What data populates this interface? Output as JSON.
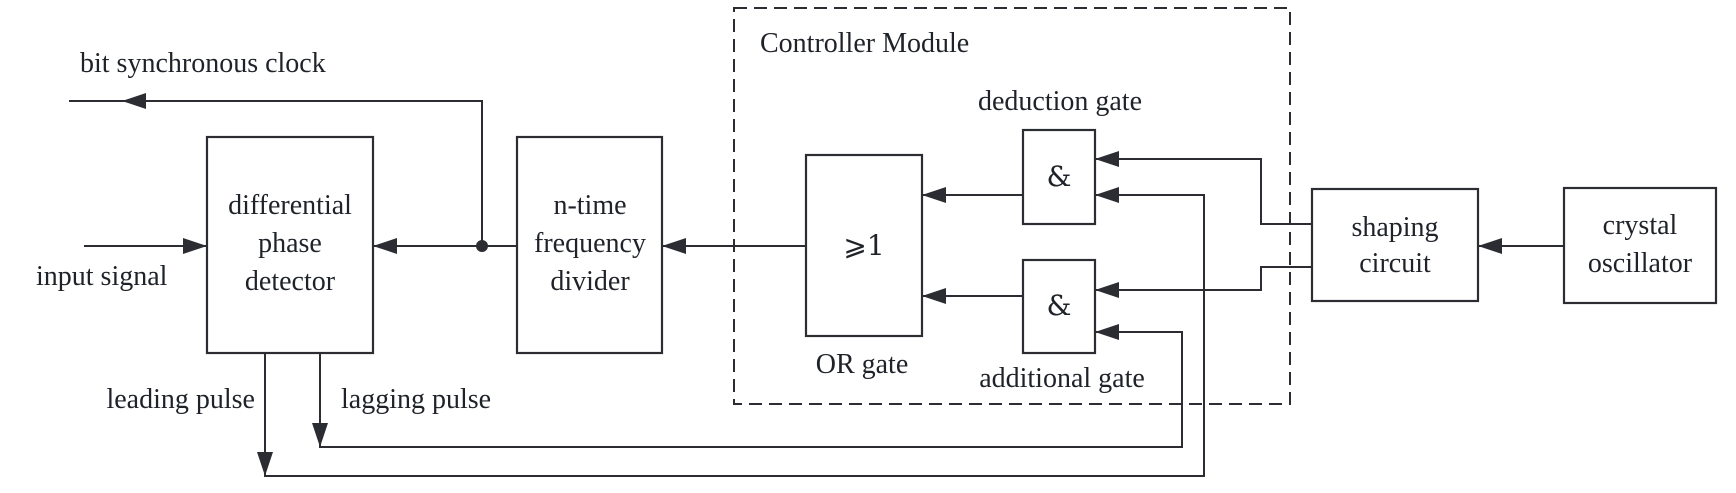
{
  "diagram": {
    "title": "Controller Module",
    "blocks": {
      "phase_detector": {
        "lines": [
          "differential",
          "phase",
          "detector"
        ]
      },
      "frequency_divider": {
        "lines": [
          "n-time",
          "frequency",
          "divider"
        ]
      },
      "or_gate": {
        "symbol": "⩾1",
        "caption": "OR gate"
      },
      "deduction_gate": {
        "symbol": "&",
        "caption": "deduction gate"
      },
      "additional_gate": {
        "symbol": "&",
        "caption": "additional gate"
      },
      "shaping_circuit": {
        "lines": [
          "shaping",
          "circuit"
        ]
      },
      "crystal_oscillator": {
        "lines": [
          "crystal",
          "oscillator"
        ]
      }
    },
    "signals": {
      "clock": "bit synchronous clock",
      "input": "input signal",
      "leading": "leading pulse",
      "lagging": "lagging pulse"
    },
    "colors": {
      "line": "#2b2d33",
      "text": "#1f2329",
      "background": "#ffffff"
    }
  }
}
